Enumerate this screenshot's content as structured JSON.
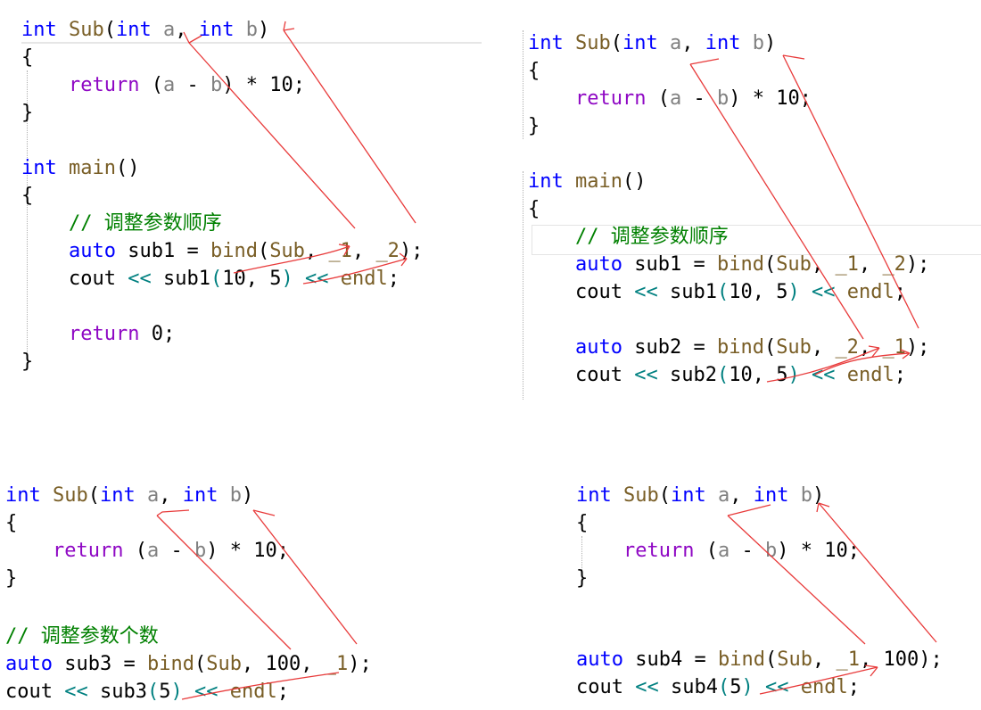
{
  "panels": [
    {
      "id": "p1",
      "lines": [
        {
          "text": "int Sub(int a, int b)",
          "spans": [
            [
              "kw",
              3
            ],
            [
              "",
              1
            ],
            [
              "fn",
              3
            ],
            [
              "",
              1
            ],
            [
              "kw",
              3
            ],
            [
              "",
              1
            ],
            [
              "pm",
              1
            ],
            [
              "",
              2
            ],
            [
              "kw",
              3
            ],
            [
              "",
              1
            ],
            [
              "pm",
              1
            ],
            [
              "",
              1
            ]
          ]
        },
        {
          "text": "{",
          "spans": [
            [
              "",
              1
            ]
          ]
        },
        {
          "text": "    return (a - b) * 10;",
          "spans": [
            [
              "",
              4
            ],
            [
              "rt",
              6
            ],
            [
              "",
              2
            ],
            [
              "pm",
              1
            ],
            [
              "",
              3
            ],
            [
              "pm",
              1
            ],
            [
              "",
              8
            ]
          ]
        },
        {
          "text": "}",
          "spans": [
            [
              "",
              1
            ]
          ]
        },
        {
          "text": "",
          "spans": []
        },
        {
          "text": "int main()",
          "spans": [
            [
              "kw",
              3
            ],
            [
              "",
              1
            ],
            [
              "fn",
              4
            ],
            [
              "",
              2
            ]
          ]
        },
        {
          "text": "{",
          "spans": [
            [
              "",
              1
            ]
          ]
        },
        {
          "text": "    // 调整参数顺序",
          "spans": [
            [
              "",
              4
            ],
            [
              "cm",
              9
            ]
          ]
        },
        {
          "text": "    auto sub1 = bind(Sub, _1, _2);",
          "spans": [
            [
              "",
              4
            ],
            [
              "kw",
              4
            ],
            [
              "",
              1
            ],
            [
              "",
              4
            ],
            [
              "",
              3
            ],
            [
              "fn",
              4
            ],
            [
              "",
              1
            ],
            [
              "fn",
              3
            ],
            [
              "",
              2
            ],
            [
              "fn",
              2
            ],
            [
              "",
              2
            ],
            [
              "fn",
              2
            ],
            [
              "",
              2
            ]
          ]
        },
        {
          "text": "    cout << sub1(10, 5) << endl;",
          "spans": [
            [
              "",
              4
            ],
            [
              "",
              5
            ],
            [
              "ok",
              2
            ],
            [
              "",
              1
            ],
            [
              "",
              4
            ],
            [
              "ok",
              1
            ],
            [
              "",
              2
            ],
            [
              "",
              2
            ],
            [
              "",
              1
            ],
            [
              "ok",
              1
            ],
            [
              "",
              1
            ],
            [
              "ok",
              2
            ],
            [
              "",
              1
            ],
            [
              "fn",
              4
            ],
            [
              "",
              1
            ]
          ]
        },
        {
          "text": "",
          "spans": []
        },
        {
          "text": "    return 0;",
          "spans": [
            [
              "",
              4
            ],
            [
              "rt",
              6
            ],
            [
              "",
              3
            ]
          ]
        },
        {
          "text": "}",
          "spans": [
            [
              "",
              1
            ]
          ]
        }
      ]
    },
    {
      "id": "p2",
      "lines": [
        {
          "text": "int Sub(int a, int b)",
          "spans": [
            [
              "kw",
              3
            ],
            [
              "",
              1
            ],
            [
              "fn",
              3
            ],
            [
              "",
              1
            ],
            [
              "kw",
              3
            ],
            [
              "",
              1
            ],
            [
              "pm",
              1
            ],
            [
              "",
              2
            ],
            [
              "kw",
              3
            ],
            [
              "",
              1
            ],
            [
              "pm",
              1
            ],
            [
              "",
              1
            ]
          ]
        },
        {
          "text": "{",
          "spans": [
            [
              "",
              1
            ]
          ]
        },
        {
          "text": "    return (a - b) * 10;",
          "spans": [
            [
              "",
              4
            ],
            [
              "rt",
              6
            ],
            [
              "",
              2
            ],
            [
              "pm",
              1
            ],
            [
              "",
              3
            ],
            [
              "pm",
              1
            ],
            [
              "",
              8
            ]
          ]
        },
        {
          "text": "}",
          "spans": [
            [
              "",
              1
            ]
          ]
        },
        {
          "text": "",
          "spans": []
        },
        {
          "text": "int main()",
          "spans": [
            [
              "kw",
              3
            ],
            [
              "",
              1
            ],
            [
              "fn",
              4
            ],
            [
              "",
              2
            ]
          ]
        },
        {
          "text": "{",
          "spans": [
            [
              "",
              1
            ]
          ]
        },
        {
          "text": "    // 调整参数顺序",
          "spans": [
            [
              "",
              4
            ],
            [
              "cm",
              9
            ]
          ]
        },
        {
          "text": "    auto sub1 = bind(Sub, _1, _2);",
          "spans": [
            [
              "",
              4
            ],
            [
              "kw",
              4
            ],
            [
              "",
              1
            ],
            [
              "",
              4
            ],
            [
              "",
              3
            ],
            [
              "fn",
              4
            ],
            [
              "",
              1
            ],
            [
              "fn",
              3
            ],
            [
              "",
              2
            ],
            [
              "fn",
              2
            ],
            [
              "",
              2
            ],
            [
              "fn",
              2
            ],
            [
              "",
              2
            ]
          ]
        },
        {
          "text": "    cout << sub1(10, 5) << endl;",
          "spans": [
            [
              "",
              4
            ],
            [
              "",
              5
            ],
            [
              "ok",
              2
            ],
            [
              "",
              1
            ],
            [
              "",
              4
            ],
            [
              "ok",
              1
            ],
            [
              "",
              2
            ],
            [
              "",
              2
            ],
            [
              "",
              1
            ],
            [
              "ok",
              1
            ],
            [
              "",
              1
            ],
            [
              "ok",
              2
            ],
            [
              "",
              1
            ],
            [
              "fn",
              4
            ],
            [
              "",
              1
            ]
          ]
        },
        {
          "text": "",
          "spans": []
        },
        {
          "text": "    auto sub2 = bind(Sub, _2, _1);",
          "spans": [
            [
              "",
              4
            ],
            [
              "kw",
              4
            ],
            [
              "",
              1
            ],
            [
              "",
              4
            ],
            [
              "",
              3
            ],
            [
              "fn",
              4
            ],
            [
              "",
              1
            ],
            [
              "fn",
              3
            ],
            [
              "",
              2
            ],
            [
              "fn",
              2
            ],
            [
              "",
              2
            ],
            [
              "fn",
              2
            ],
            [
              "",
              2
            ]
          ]
        },
        {
          "text": "    cout << sub2(10, 5) << endl;",
          "spans": [
            [
              "",
              4
            ],
            [
              "",
              5
            ],
            [
              "ok",
              2
            ],
            [
              "",
              1
            ],
            [
              "",
              4
            ],
            [
              "ok",
              1
            ],
            [
              "",
              2
            ],
            [
              "",
              2
            ],
            [
              "",
              1
            ],
            [
              "ok",
              1
            ],
            [
              "",
              1
            ],
            [
              "ok",
              2
            ],
            [
              "",
              1
            ],
            [
              "fn",
              4
            ],
            [
              "",
              1
            ]
          ]
        }
      ]
    },
    {
      "id": "p3",
      "lines": [
        {
          "text": "int Sub(int a, int b)",
          "spans": [
            [
              "kw",
              3
            ],
            [
              "",
              1
            ],
            [
              "fn",
              3
            ],
            [
              "",
              1
            ],
            [
              "kw",
              3
            ],
            [
              "",
              1
            ],
            [
              "pm",
              1
            ],
            [
              "",
              2
            ],
            [
              "kw",
              3
            ],
            [
              "",
              1
            ],
            [
              "pm",
              1
            ],
            [
              "",
              1
            ]
          ]
        },
        {
          "text": "{",
          "spans": [
            [
              "",
              1
            ]
          ]
        },
        {
          "text": "    return (a - b) * 10;",
          "spans": [
            [
              "",
              4
            ],
            [
              "rt",
              6
            ],
            [
              "",
              2
            ],
            [
              "pm",
              1
            ],
            [
              "",
              3
            ],
            [
              "pm",
              1
            ],
            [
              "",
              8
            ]
          ]
        },
        {
          "text": "}",
          "spans": [
            [
              "",
              1
            ]
          ]
        },
        {
          "text": "",
          "spans": []
        },
        {
          "text": "// 调整参数个数",
          "spans": [
            [
              "cm",
              9
            ]
          ]
        },
        {
          "text": "auto sub3 = bind(Sub, 100, _1);",
          "spans": [
            [
              "kw",
              4
            ],
            [
              "",
              1
            ],
            [
              "",
              4
            ],
            [
              "",
              3
            ],
            [
              "fn",
              4
            ],
            [
              "",
              1
            ],
            [
              "fn",
              3
            ],
            [
              "",
              2
            ],
            [
              "",
              3
            ],
            [
              "",
              2
            ],
            [
              "fn",
              2
            ],
            [
              "",
              2
            ]
          ]
        },
        {
          "text": "cout << sub3(5) << endl;",
          "spans": [
            [
              "",
              5
            ],
            [
              "ok",
              2
            ],
            [
              "",
              1
            ],
            [
              "",
              4
            ],
            [
              "ok",
              1
            ],
            [
              "",
              1
            ],
            [
              "ok",
              1
            ],
            [
              "",
              1
            ],
            [
              "ok",
              2
            ],
            [
              "",
              1
            ],
            [
              "fn",
              4
            ],
            [
              "",
              1
            ]
          ]
        }
      ]
    },
    {
      "id": "p4",
      "lines": [
        {
          "text": "int Sub(int a, int b)",
          "spans": [
            [
              "kw",
              3
            ],
            [
              "",
              1
            ],
            [
              "fn",
              3
            ],
            [
              "",
              1
            ],
            [
              "kw",
              3
            ],
            [
              "",
              1
            ],
            [
              "pm",
              1
            ],
            [
              "",
              2
            ],
            [
              "kw",
              3
            ],
            [
              "",
              1
            ],
            [
              "pm",
              1
            ],
            [
              "",
              1
            ]
          ]
        },
        {
          "text": "{",
          "spans": [
            [
              "",
              1
            ]
          ]
        },
        {
          "text": "    return (a - b) * 10;",
          "spans": [
            [
              "",
              4
            ],
            [
              "rt",
              6
            ],
            [
              "",
              2
            ],
            [
              "pm",
              1
            ],
            [
              "",
              3
            ],
            [
              "pm",
              1
            ],
            [
              "",
              8
            ]
          ]
        },
        {
          "text": "}",
          "spans": [
            [
              "",
              1
            ]
          ]
        },
        {
          "text": "",
          "spans": []
        },
        {
          "text": "",
          "spans": []
        },
        {
          "text": "auto sub4 = bind(Sub, _1, 100);",
          "spans": [
            [
              "kw",
              4
            ],
            [
              "",
              1
            ],
            [
              "",
              4
            ],
            [
              "",
              3
            ],
            [
              "fn",
              4
            ],
            [
              "",
              1
            ],
            [
              "fn",
              3
            ],
            [
              "",
              2
            ],
            [
              "fn",
              2
            ],
            [
              "",
              2
            ],
            [
              "",
              3
            ],
            [
              "",
              2
            ]
          ]
        },
        {
          "text": "cout << sub4(5) << endl;",
          "spans": [
            [
              "",
              5
            ],
            [
              "ok",
              2
            ],
            [
              "",
              1
            ],
            [
              "",
              4
            ],
            [
              "ok",
              1
            ],
            [
              "",
              1
            ],
            [
              "ok",
              1
            ],
            [
              "",
              1
            ],
            [
              "ok",
              2
            ],
            [
              "",
              1
            ],
            [
              "fn",
              4
            ],
            [
              "",
              1
            ]
          ]
        }
      ]
    }
  ]
}
